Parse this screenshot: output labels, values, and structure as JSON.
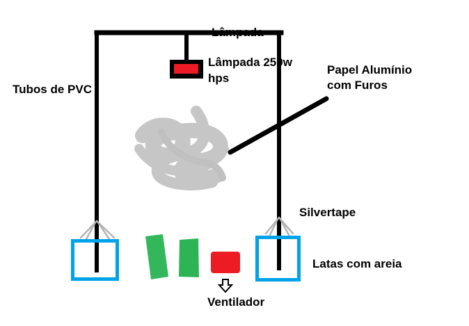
{
  "labels": {
    "pvc_tubes": "Tubos de PVC",
    "lamp_top": "Lâmpada",
    "lamp_line1": "Lâmpada 250w",
    "lamp_line2": "hps",
    "foil_line1": "Papel Alumínio",
    "foil_line2": "com Furos",
    "silvertape": "Silvertape",
    "cans": "Latas com areia",
    "fan": "Ventilador"
  },
  "colors": {
    "frame": "#000000",
    "lamp": "#ed1c24",
    "can_outline": "#00a2e8",
    "plant": "#22b14c",
    "foil": "#c3c3c3",
    "tape": "#b4b4b4",
    "fan": "#ed1c24"
  }
}
